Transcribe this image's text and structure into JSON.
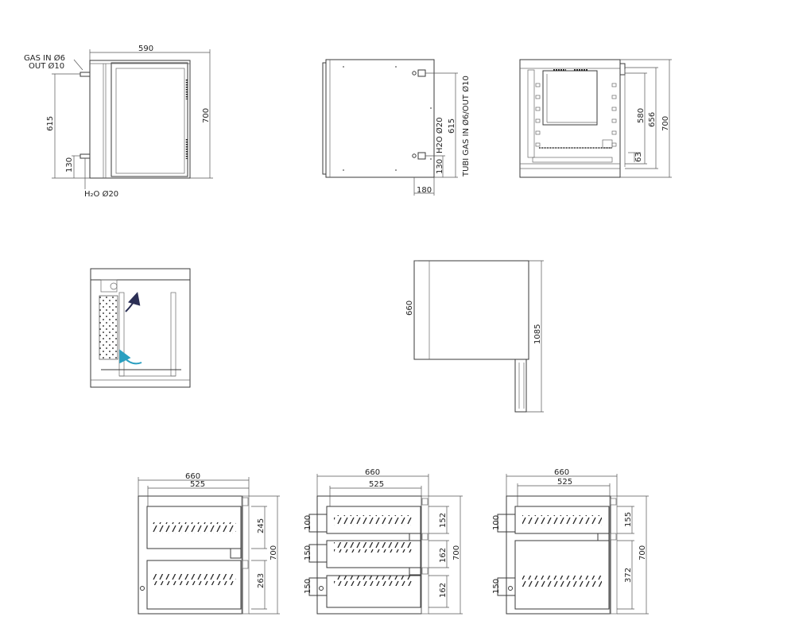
{
  "view_front": {
    "width_label": "590",
    "height_label": "700",
    "conn_height_label": "615",
    "drain_height_label": "130",
    "gas_label_1": "GAS IN Ø6",
    "gas_label_2": "OUT Ø10",
    "h2o_label": "H₂O Ø20"
  },
  "view_side": {
    "h2o_label": "H2O Ø20",
    "conn_height_label": "615",
    "drain_height_label": "130",
    "gas_tube_label": "TUBI GAS IN Ø6/OUT Ø10",
    "offset_label": "180"
  },
  "view_interior": {
    "dim_580": "580",
    "dim_656": "656",
    "dim_700": "700",
    "dim_63": "63"
  },
  "view_top": {
    "depth_label": "660",
    "height_label": "1085"
  },
  "view_drawer_a": {
    "width_label": "660",
    "inner_label": "525",
    "height_label": "700",
    "drawer_1": "245",
    "drawer_2": "263"
  },
  "view_drawer_b": {
    "width_label": "660",
    "inner_label": "525",
    "height_label": "700",
    "drawer_1": "152",
    "drawer_2": "162",
    "drawer_3": "162",
    "handle_1": "100",
    "handle_2": "150",
    "handle_3": "150"
  },
  "view_drawer_c": {
    "width_label": "660",
    "inner_label": "525",
    "height_label": "700",
    "drawer_1": "155",
    "drawer_2": "372",
    "handle_1": "100",
    "handle_2": "150"
  },
  "colors": {
    "line": "#3a3a3a",
    "arrow_dark": "#2b2f55",
    "arrow_light": "#2a9fc0"
  }
}
